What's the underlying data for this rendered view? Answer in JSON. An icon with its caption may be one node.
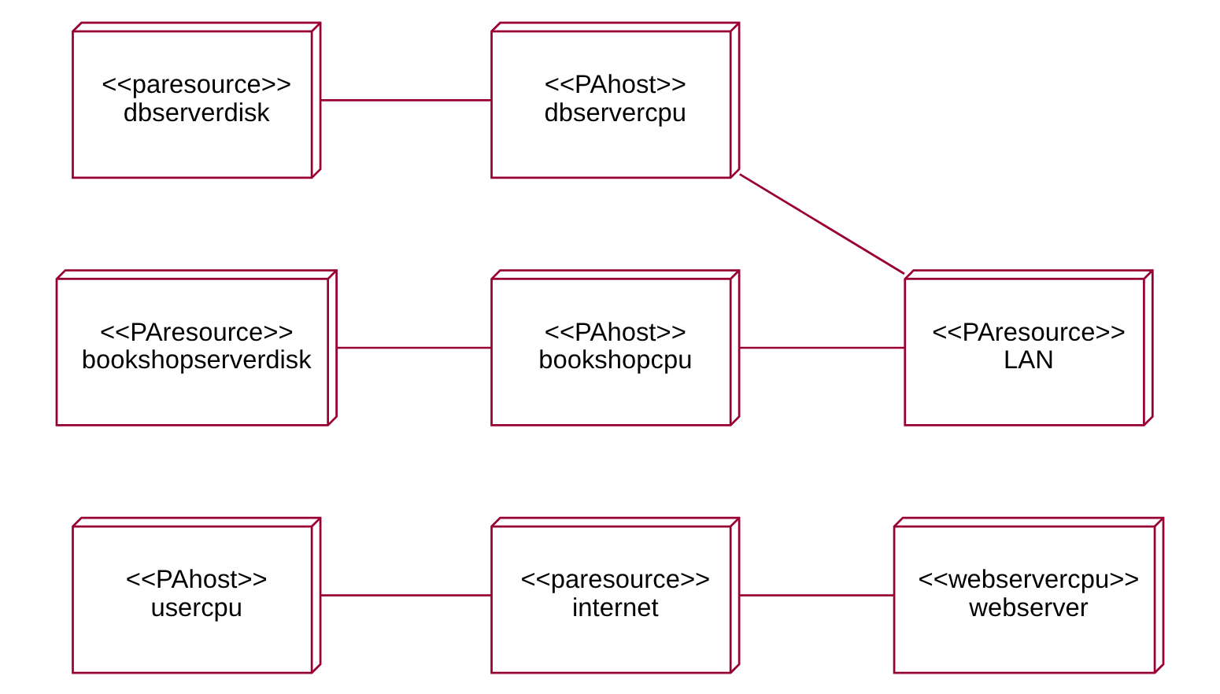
{
  "diagram": {
    "nodes": [
      {
        "text": [
          "<<PAhost>>",
          "usercpu"
        ]
      },
      {
        "text": [
          "<<paresource>>",
          "internet"
        ]
      },
      {
        "text": [
          "<<webservercpu>>",
          "webserver"
        ]
      },
      {
        "text": [
          "<<paresource>>",
          "dbserverdisk"
        ]
      },
      {
        "text": [
          "<<PAhost>>",
          "dbservercpu"
        ]
      },
      {
        "text": [
          "<<PAresource>>",
          "LAN"
        ]
      },
      {
        "text": [
          "<<PAresource>>",
          "bookshopserverdisk"
        ]
      },
      {
        "text": [
          "<<PAhost>>",
          "bookshopcpu"
        ]
      }
    ],
    "edges": [
      {
        "from": 0,
        "to": 1,
        "arrow": "none"
      },
      {
        "from": 1,
        "to": 2,
        "arrow": "none"
      },
      {
        "from": 3,
        "to": 4,
        "arrow": "none"
      },
      {
        "from": 4,
        "to": 5,
        "arrow": "none"
      },
      {
        "from": 6,
        "to": 7,
        "arrow": "none"
      },
      {
        "from": 7,
        "to": 5,
        "arrow": "none"
      }
    ]
  }
}
